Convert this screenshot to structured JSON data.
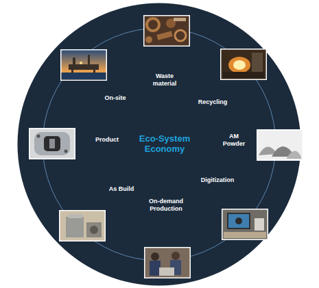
{
  "diagram": {
    "nodes": [
      {
        "text": [
          "Eco-System Economy"
        ]
      }
    ],
    "labels": [
      "Waste material",
      "Recycling",
      "AM Powder",
      "Digitization",
      "On-demand Production",
      "As Build",
      "Product",
      "On-site"
    ]
  }
}
